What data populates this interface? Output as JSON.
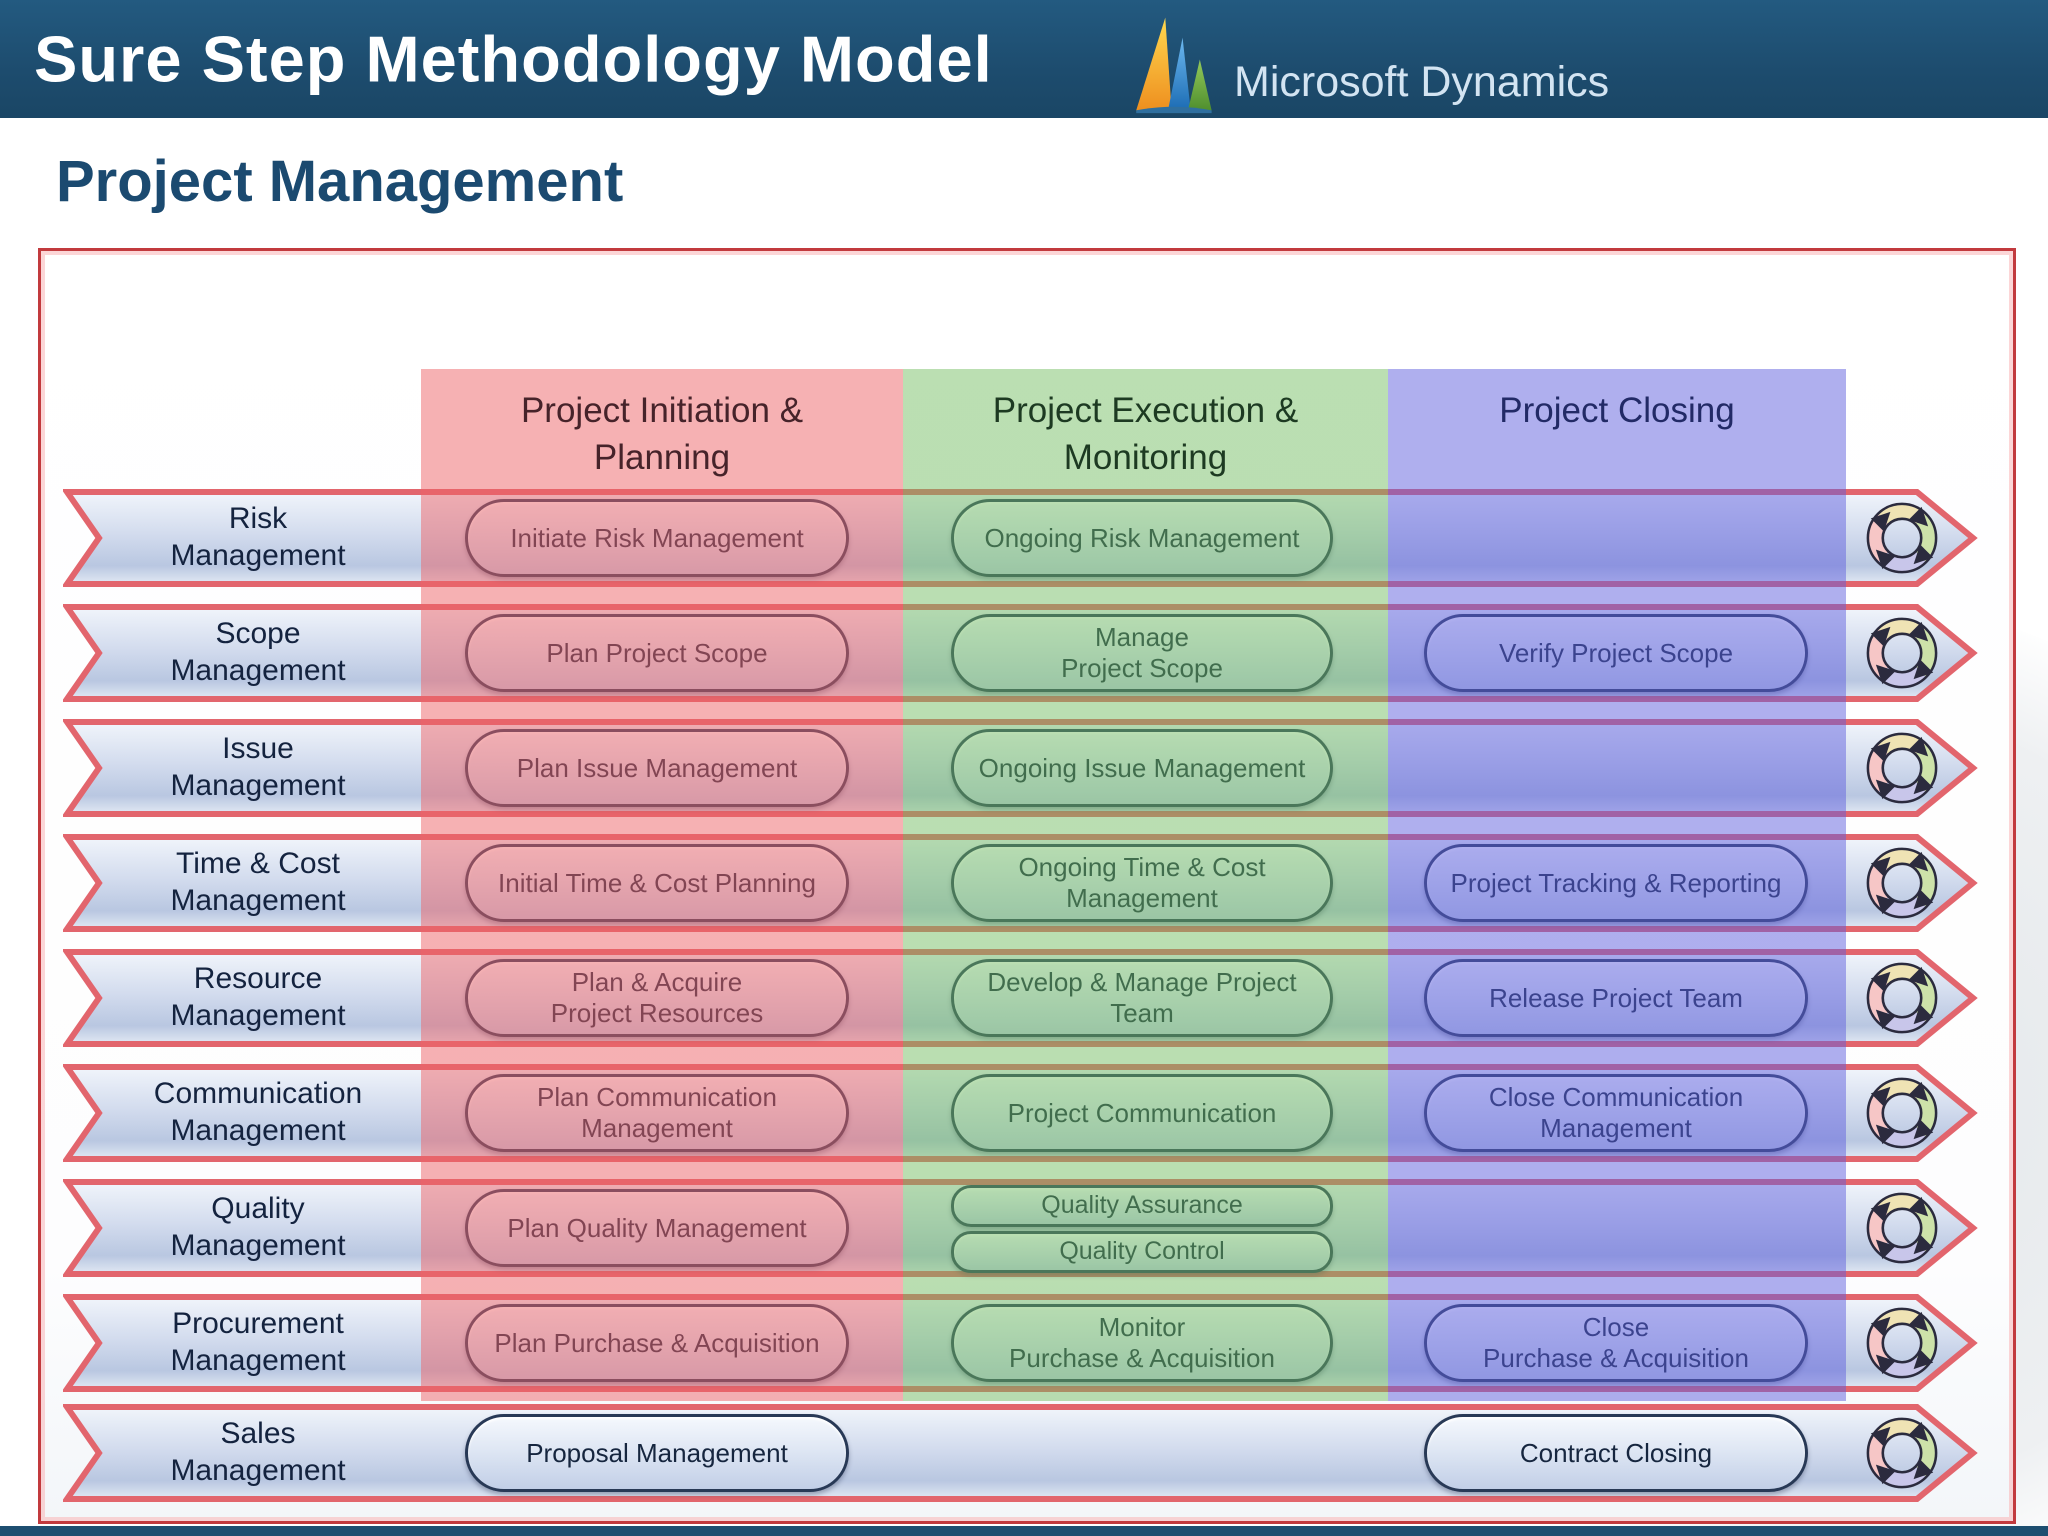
{
  "header": {
    "title": "Sure Step Methodology Model",
    "brand": "Microsoft Dynamics"
  },
  "page_title": "Project Management",
  "columns": [
    {
      "label": "Project Initiation &\nPlanning",
      "band_color": "#f2a0a3"
    },
    {
      "label": "Project Execution &\nMonitoring",
      "band_color": "#b7dcab"
    },
    {
      "label": "Project Closing",
      "band_color": "#a9a9ea"
    }
  ],
  "rows": [
    {
      "label": "Risk\nManagement",
      "initiation": [
        "Initiate Risk Management"
      ],
      "execution": [
        "Ongoing Risk Management"
      ],
      "closing": []
    },
    {
      "label": "Scope\nManagement",
      "initiation": [
        "Plan Project Scope"
      ],
      "execution": [
        "Manage\nProject Scope"
      ],
      "closing": [
        "Verify Project Scope"
      ]
    },
    {
      "label": "Issue\nManagement",
      "initiation": [
        "Plan Issue Management"
      ],
      "execution": [
        "Ongoing Issue Management"
      ],
      "closing": []
    },
    {
      "label": "Time & Cost\nManagement",
      "initiation": [
        "Initial Time & Cost Planning"
      ],
      "execution": [
        "Ongoing Time & Cost\nManagement"
      ],
      "closing": [
        "Project Tracking & Reporting"
      ]
    },
    {
      "label": "Resource\nManagement",
      "initiation": [
        "Plan & Acquire\nProject Resources"
      ],
      "execution": [
        "Develop & Manage Project\nTeam"
      ],
      "closing": [
        "Release Project Team"
      ]
    },
    {
      "label": "Communication\nManagement",
      "initiation": [
        "Plan Communication\nManagement"
      ],
      "execution": [
        "Project Communication"
      ],
      "closing": [
        "Close Communication\nManagement"
      ]
    },
    {
      "label": "Quality\nManagement",
      "initiation": [
        "Plan Quality Management"
      ],
      "execution": [
        "Quality Assurance",
        "Quality Control"
      ],
      "closing": []
    },
    {
      "label": "Procurement\nManagement",
      "initiation": [
        "Plan Purchase & Acquisition"
      ],
      "execution": [
        "Monitor\nPurchase & Acquisition"
      ],
      "closing": [
        "Close\nPurchase & Acquisition"
      ]
    },
    {
      "label": "Sales\nManagement",
      "initiation": [
        "Proposal Management"
      ],
      "execution": [],
      "closing": [
        "Contract Closing"
      ]
    }
  ],
  "icons": {
    "cycle": "cycle-arrows-icon",
    "logo": "microsoft-dynamics-logo"
  },
  "colors": {
    "header_bar": "#1d4c6e",
    "title_text": "#ffffff",
    "page_title_text": "#1b4a70",
    "diagram_border": "#c23a3e",
    "row_band_border": "#e2656d",
    "row_band_fill": "#d3dcee",
    "pill_border": "#283956",
    "pill_text": "#16263f"
  }
}
